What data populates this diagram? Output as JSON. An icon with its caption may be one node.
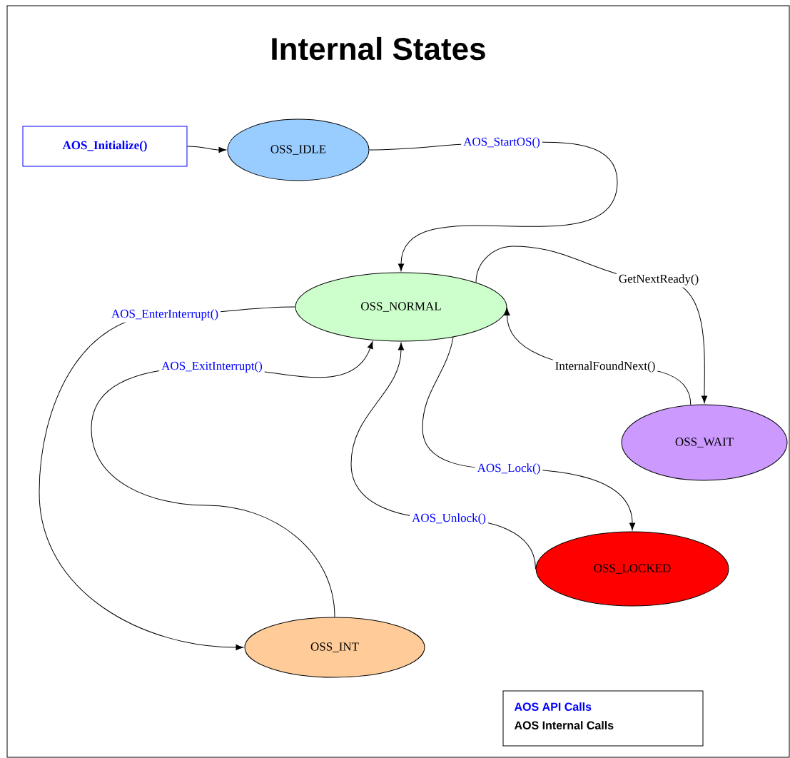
{
  "diagram": {
    "title": "Internal States",
    "nodes": [
      {
        "text": [
          "AOS_Initialize()"
        ]
      },
      {
        "text": [
          "OSS_IDLE"
        ]
      },
      {
        "text": [
          "OSS_NORMAL"
        ]
      },
      {
        "text": [
          "OSS_WAIT"
        ]
      },
      {
        "text": [
          "OSS_LOCKED"
        ]
      },
      {
        "text": [
          "OSS_INT"
        ]
      }
    ],
    "edges": [
      {
        "from": 0,
        "to": 1,
        "arrow": "to"
      },
      {
        "from": 1,
        "to": 2,
        "arrow": "to",
        "label": "AOS_StartOS()"
      },
      {
        "from": 2,
        "to": 3,
        "arrow": "to",
        "label": "GetNextReady()"
      },
      {
        "from": 3,
        "to": 2,
        "arrow": "to",
        "label": "InternalFoundNext()"
      },
      {
        "from": 2,
        "to": 4,
        "arrow": "to",
        "label": "AOS_Lock()"
      },
      {
        "from": 4,
        "to": 2,
        "arrow": "to",
        "label": "AOS_Unlock()"
      },
      {
        "from": 2,
        "to": 5,
        "arrow": "to",
        "label": "AOS_EnterInterrupt()"
      },
      {
        "from": 5,
        "to": 2,
        "arrow": "to",
        "label": "AOS_ExitInterrupt()"
      }
    ],
    "legend": [
      {
        "text": "AOS API Calls",
        "color": "#0000ff"
      },
      {
        "text": "AOS Internal Calls",
        "color": "#000000"
      }
    ]
  }
}
